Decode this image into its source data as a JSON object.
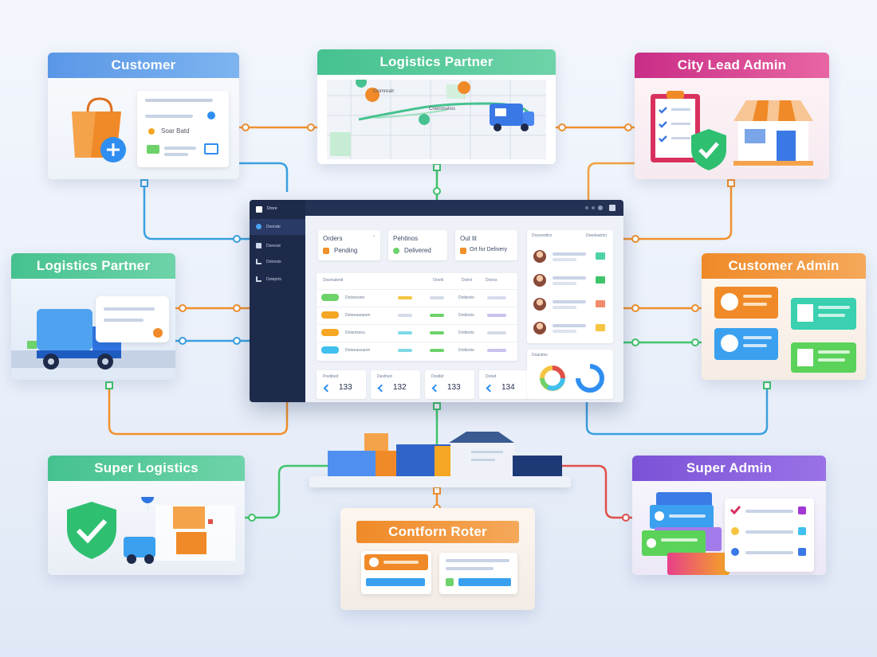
{
  "nodes": {
    "customer": {
      "title": "Customer",
      "badge_text": "Soar Batd"
    },
    "logistics_top": {
      "title": "Logistics Partner",
      "map_labels": [
        "Clomreatr",
        "Cnelnmalios"
      ]
    },
    "city_lead": {
      "title": "City Lead Admin"
    },
    "logistics_left": {
      "title": "Logistics Partner"
    },
    "customer_admin": {
      "title": "Customer Admin"
    },
    "super_logistics": {
      "title": "Super Logistics"
    },
    "contform": {
      "title": "Contforn Roter"
    },
    "super_admin": {
      "title": "Super Admin"
    }
  },
  "dashboard": {
    "window_title": "Drore",
    "sidebar": [
      "Donrate",
      "Doreout",
      "Dotrests",
      "Doteprts"
    ],
    "stats": [
      {
        "label": "Orders",
        "sub": "Pending",
        "color": "#f0922b"
      },
      {
        "label": "Pehtinos",
        "sub": "Delivered",
        "color": "#6dd26a"
      },
      {
        "label": "Out lit",
        "sub": "Ort for Delivery",
        "color": "#f0922b"
      }
    ],
    "table_headers": [
      "Dosrnalenti",
      "Ooohl",
      "Dotrct",
      "Dotrss"
    ],
    "rows": [
      {
        "tag": "Dotonsone",
        "color": "#6dd26a",
        "bar1": "#f5c542",
        "bar2": "#d4dbe8",
        "val": "Dotitsoto",
        "bar3": "#d7dcf1"
      },
      {
        "tag": "Doteeaaoaom",
        "color": "#f5a623",
        "bar1": "#d4dbe8",
        "bar2": "#6dd26a",
        "val": "Dotitsoto",
        "bar3": "#c9c2ef"
      },
      {
        "tag": "Dotsnissou",
        "color": "#f5a623",
        "bar1": "#7ed9e6",
        "bar2": "#6dd26a",
        "val": "Dotitsoto",
        "bar3": "#d4dbe8"
      },
      {
        "tag": "Doteeasoaom",
        "color": "#3fc0ef",
        "bar1": "#7ed9e6",
        "bar2": "#6dd26a",
        "val": "Dotitsoto",
        "bar3": "#c9c2ef"
      }
    ],
    "kpis": [
      {
        "label": "Postibed",
        "value": "133"
      },
      {
        "label": "Desthed",
        "value": "132"
      },
      {
        "label": "Dostlid",
        "value": "133"
      },
      {
        "label": "Doted",
        "value": "134"
      }
    ],
    "right_header": [
      "Dosoredicn",
      "Doedeatrtct"
    ],
    "people_flags": [
      "#4dd3a3",
      "#3fc46b",
      "#f08b6b",
      "#f5c542"
    ],
    "chart_title": "Doantinv",
    "colors": {
      "sidebar": "#1e2a4a",
      "accent_blue": "#2f8ef0"
    }
  },
  "colors": {
    "customer": "#5b9be6",
    "logistics": "#52c99a",
    "city_lead": "#d8368d",
    "customer_admin": "#f0902e",
    "super_admin": "#7b52d6",
    "wire_orange": "#f0902e",
    "wire_blue": "#3aa0e0",
    "wire_green": "#3fc46b"
  }
}
